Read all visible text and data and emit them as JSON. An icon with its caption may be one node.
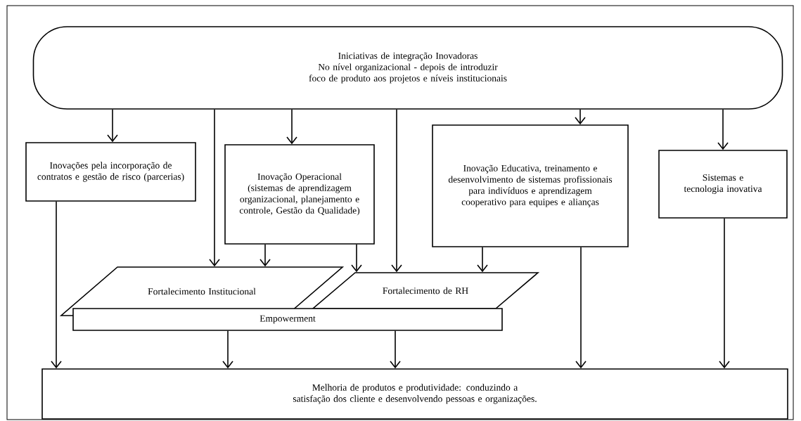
{
  "diagram": {
    "nodes": [
      {
        "text": [
          "Iniciativas de integração Inovadoras",
          "No nível organizacional - depois de introduzir foco de produto aos projetos e níveis institucionais"
        ]
      },
      {
        "text": [
          "Inovações pela incorporação de contratos e gestão de risco (parcerias)"
        ]
      },
      {
        "text": [
          "Inovação Operacional (sistemas de aprendizagem organizacional, planejamento e controle, Gestão da Qualidade)"
        ]
      },
      {
        "text": [
          "Inovação Educativa, treinamento e desenvolvimento de sistemas profissionais para indivíduos e aprendizagem cooperativo para equipes e alianças"
        ]
      },
      {
        "text": [
          "Sistemas e tecnologia inovativa"
        ]
      },
      {
        "text": [
          "Fortalecimento Institucional"
        ]
      },
      {
        "text": [
          "Fortalecimento de RH"
        ]
      },
      {
        "text": [
          "Empowerment"
        ]
      },
      {
        "text": [
          "Melhoria de produtos e produtividade: conduzindo a satisfação dos cliente e desenvolvendo pessoas e organizações."
        ]
      }
    ],
    "edges": [
      {
        "from": 0,
        "to": 1,
        "arrow": "to"
      },
      {
        "from": 0,
        "to": 5,
        "arrow": "to"
      },
      {
        "from": 0,
        "to": 2,
        "arrow": "to"
      },
      {
        "from": 0,
        "to": 6,
        "arrow": "to"
      },
      {
        "from": 0,
        "to": 3,
        "arrow": "to"
      },
      {
        "from": 0,
        "to": 4,
        "arrow": "to"
      },
      {
        "from": 2,
        "to": 5,
        "arrow": "to"
      },
      {
        "from": 2,
        "to": 6,
        "arrow": "to"
      },
      {
        "from": 3,
        "to": 6,
        "arrow": "to"
      },
      {
        "from": 1,
        "to": 8,
        "arrow": "to"
      },
      {
        "from": 7,
        "to": 8,
        "arrow": "to"
      },
      {
        "from": 7,
        "to": 8,
        "arrow": "to"
      },
      {
        "from": 3,
        "to": 8,
        "arrow": "to"
      },
      {
        "from": 4,
        "to": 8,
        "arrow": "to"
      }
    ]
  }
}
